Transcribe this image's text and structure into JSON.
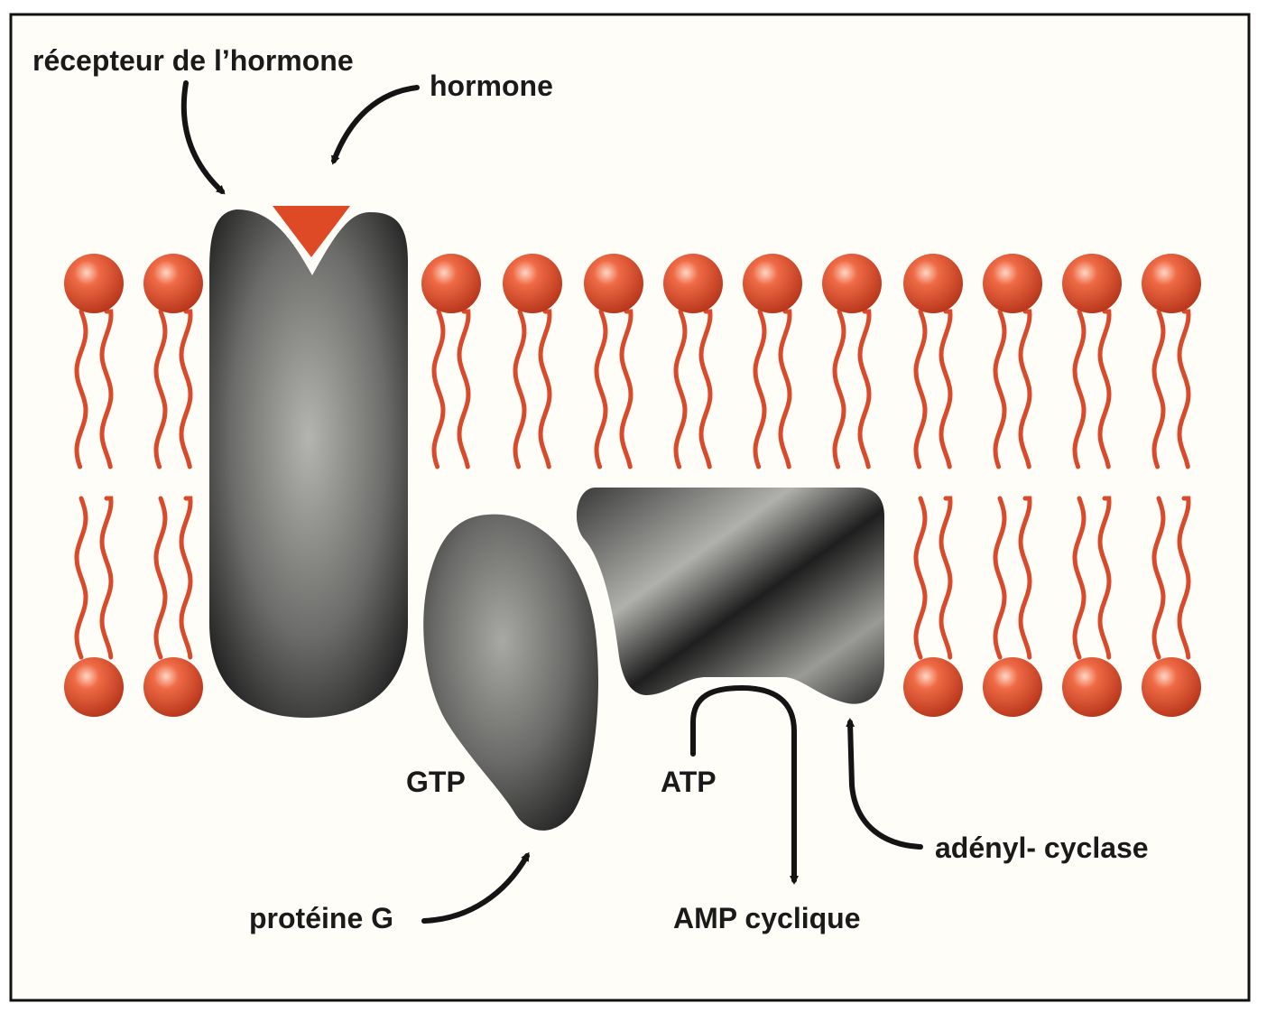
{
  "colors": {
    "lipid_head": "#e2502e",
    "lipid_tail": "#d84a2a",
    "hormone": "#df4a26",
    "protein_base": "#8d8d8d",
    "protein_dark": "#202020",
    "arrow": "#141414",
    "frame": "#111111",
    "background": "#fffdf8"
  },
  "labels": {
    "receptor": "récepteur de l’hormone",
    "hormone": "hormone",
    "gtp": "GTP",
    "atp": "ATP",
    "g_protein": "protéine G",
    "camp": "AMP cyclique",
    "adenyl_cyclase": "adényl- cyclase"
  }
}
